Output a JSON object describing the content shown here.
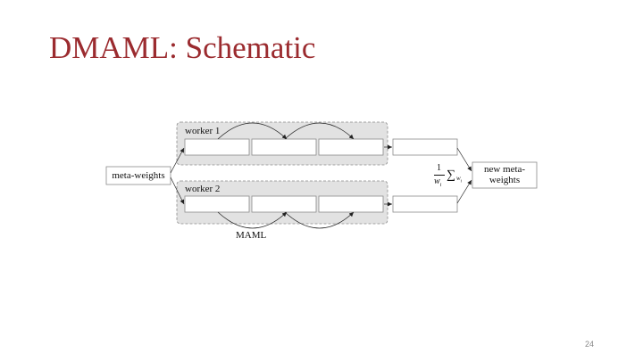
{
  "slide": {
    "title": "DMAML: Schematic",
    "page_number": "24"
  },
  "diagram": {
    "input_label": "meta-weights",
    "worker1_label": "worker 1",
    "worker2_label": "worker 2",
    "maml_label": "MAML",
    "output_label_line1": "new meta-",
    "output_label_line2": "weights",
    "formula": {
      "numerator": "1",
      "denominator": "w",
      "denominator_sub": "i",
      "sum_symbol": "∑",
      "sum_sub": "w",
      "sum_sub_index": "i"
    }
  },
  "colors": {
    "title": "#9b2b2f",
    "worker_group_fill": "#e2e2e2",
    "worker_group_border": "#8a8a8a",
    "box_border": "#8a8a8a"
  }
}
